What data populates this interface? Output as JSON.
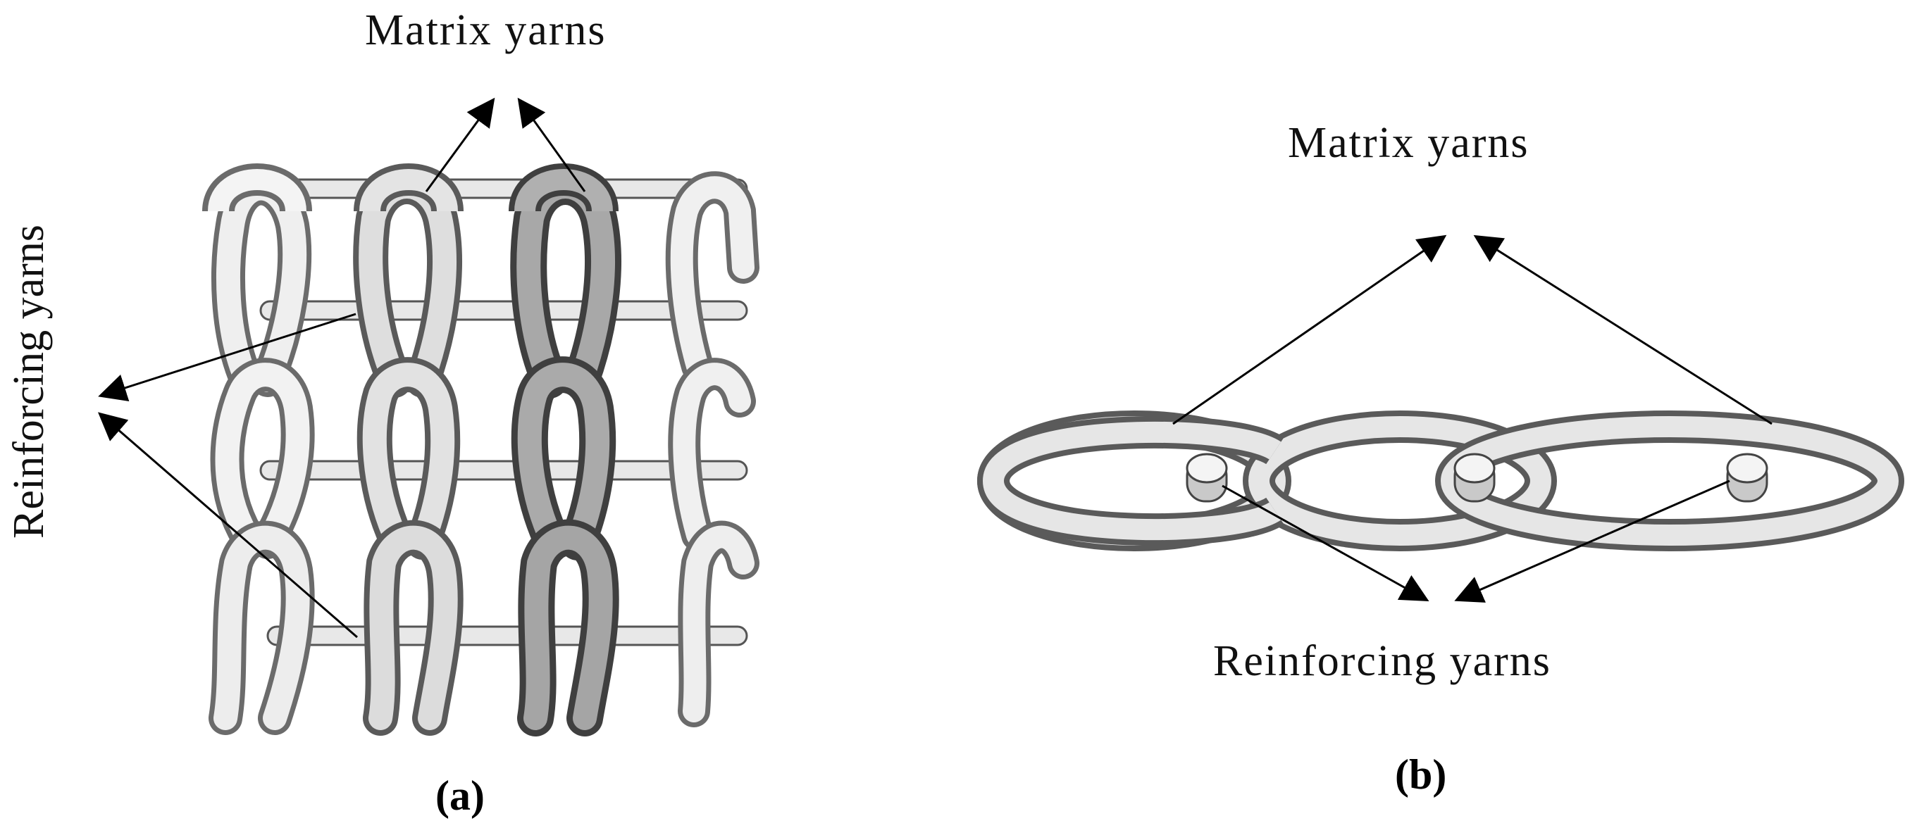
{
  "figure": {
    "panel_a": {
      "top_label": "Matrix yarns",
      "side_label": "Reinforcing yarns",
      "caption": "(a)"
    },
    "panel_b": {
      "top_label": "Matrix yarns",
      "bottom_label": "Reinforcing yarns",
      "caption": "(b)"
    }
  }
}
